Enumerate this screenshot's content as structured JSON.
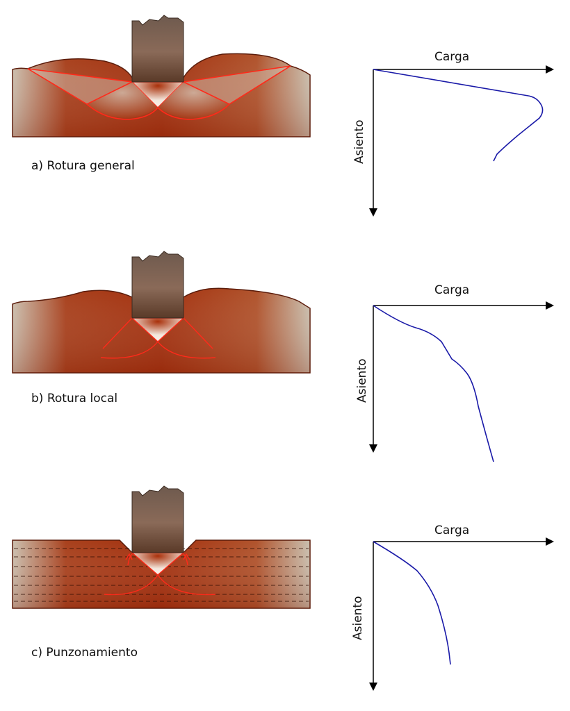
{
  "cases": [
    {
      "caption": "a) Rotura general",
      "x_label": "Carga",
      "y_label": "Asiento"
    },
    {
      "caption": "b) Rotura local",
      "x_label": "Carga",
      "y_label": "Asiento"
    },
    {
      "caption": "c) Punzonamiento",
      "x_label": "Carga",
      "y_label": "Asiento"
    }
  ],
  "colors": {
    "soil_dark": "#a52a0a",
    "soil_light": "#c9bfae",
    "failure_line": "#ff2a1a",
    "curve": "#1a1aa8",
    "axis": "#000000"
  }
}
